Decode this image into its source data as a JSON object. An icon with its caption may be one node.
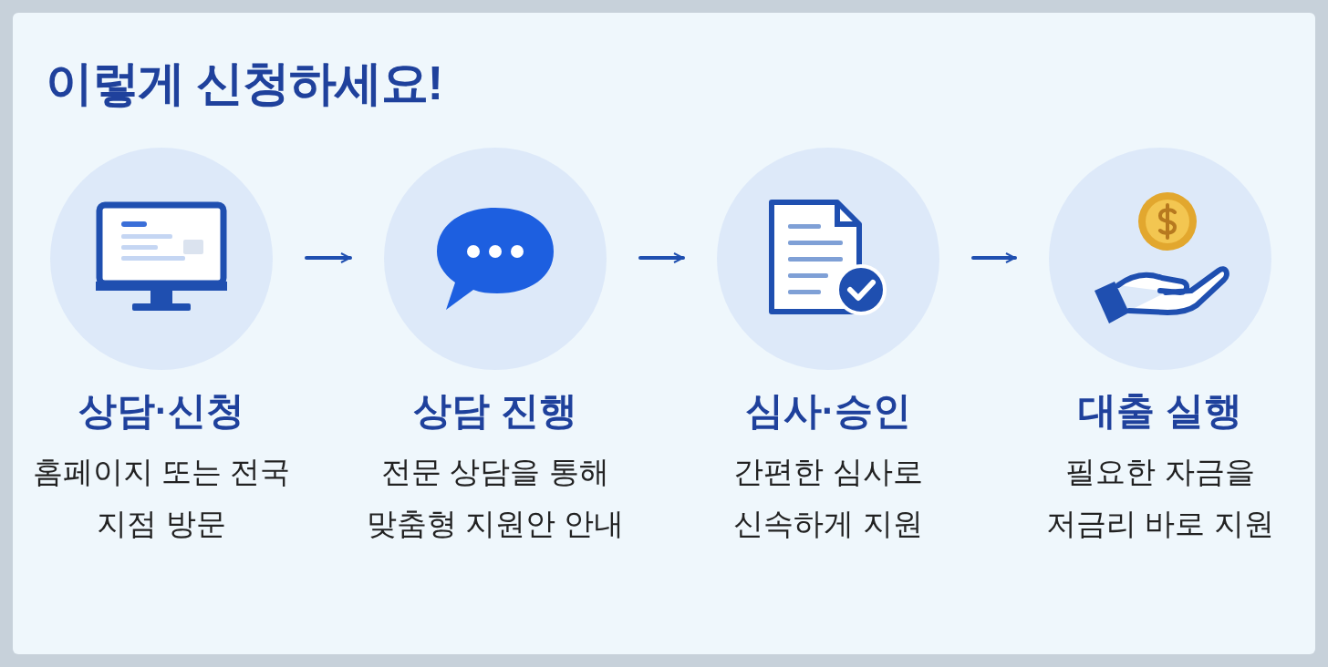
{
  "diagram": {
    "title": "이렇게 신청하세요!",
    "nodes": [
      {
        "text": [
          "상담·신청",
          "홈페이지 또는 전국 지점 방문"
        ]
      },
      {
        "text": [
          "상담 진행",
          "전문 상담을 통해 맞춤형 지원안 안내"
        ]
      },
      {
        "text": [
          "심사·승인",
          "간편한 심사로 신속하게 지원"
        ]
      },
      {
        "text": [
          "대출 실행",
          "필요한 자금을 저금리 바로 지원"
        ]
      }
    ],
    "edges": [
      {
        "from": 0,
        "to": 1,
        "arrow": "to"
      },
      {
        "from": 1,
        "to": 2,
        "arrow": "to"
      },
      {
        "from": 2,
        "to": 3,
        "arrow": "to"
      }
    ]
  }
}
